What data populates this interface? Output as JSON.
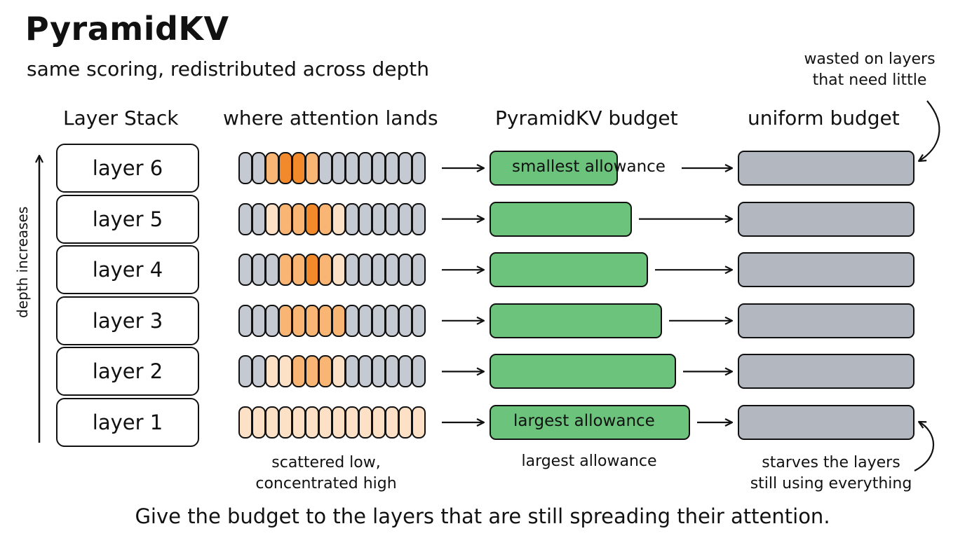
{
  "title": "PyramidKV",
  "subtitle": "same scoring, redistributed across depth",
  "columns": {
    "layer_stack": "Layer Stack",
    "attention": "where attention lands",
    "pyramid": "PyramidKV budget",
    "uniform": "uniform budget"
  },
  "axis_label": "depth increases",
  "layers": [
    {
      "label": "layer 6",
      "tokens": "ggmhhmgggggggg",
      "pyramid_budget_fraction": 0.64
    },
    {
      "label": "layer 5",
      "tokens": "gglmmhmlgggggg",
      "pyramid_budget_fraction": 0.71
    },
    {
      "label": "layer 4",
      "tokens": "gggmmhmlgggggg",
      "pyramid_budget_fraction": 0.79
    },
    {
      "label": "layer 3",
      "tokens": "gggmmmmmgggggg",
      "pyramid_budget_fraction": 0.86
    },
    {
      "label": "layer 2",
      "tokens": "ggllmmmlgggggg",
      "pyramid_budget_fraction": 0.93
    },
    {
      "label": "layer 1",
      "tokens": "llllllllllllll",
      "pyramid_budget_fraction": 1.0
    }
  ],
  "bar_labels": {
    "smallest": "smallest allowance",
    "largest": "largest allowance"
  },
  "notes": {
    "attention": [
      "scattered low,",
      "concentrated high"
    ],
    "pyramid": "largest allowance",
    "uniform_bottom": [
      "starves the layers",
      "still using everything"
    ],
    "uniform_top": [
      "wasted on layers",
      "that need little"
    ]
  },
  "footer": "Give the budget to the layers that are still spreading their attention.",
  "colors": {
    "green": "#6cc37c",
    "grey": "#b3b7bf",
    "token_grey": "#c5c9d1",
    "token_low": "#fce1c6",
    "token_mid": "#f9b574",
    "token_high": "#f2892a"
  }
}
